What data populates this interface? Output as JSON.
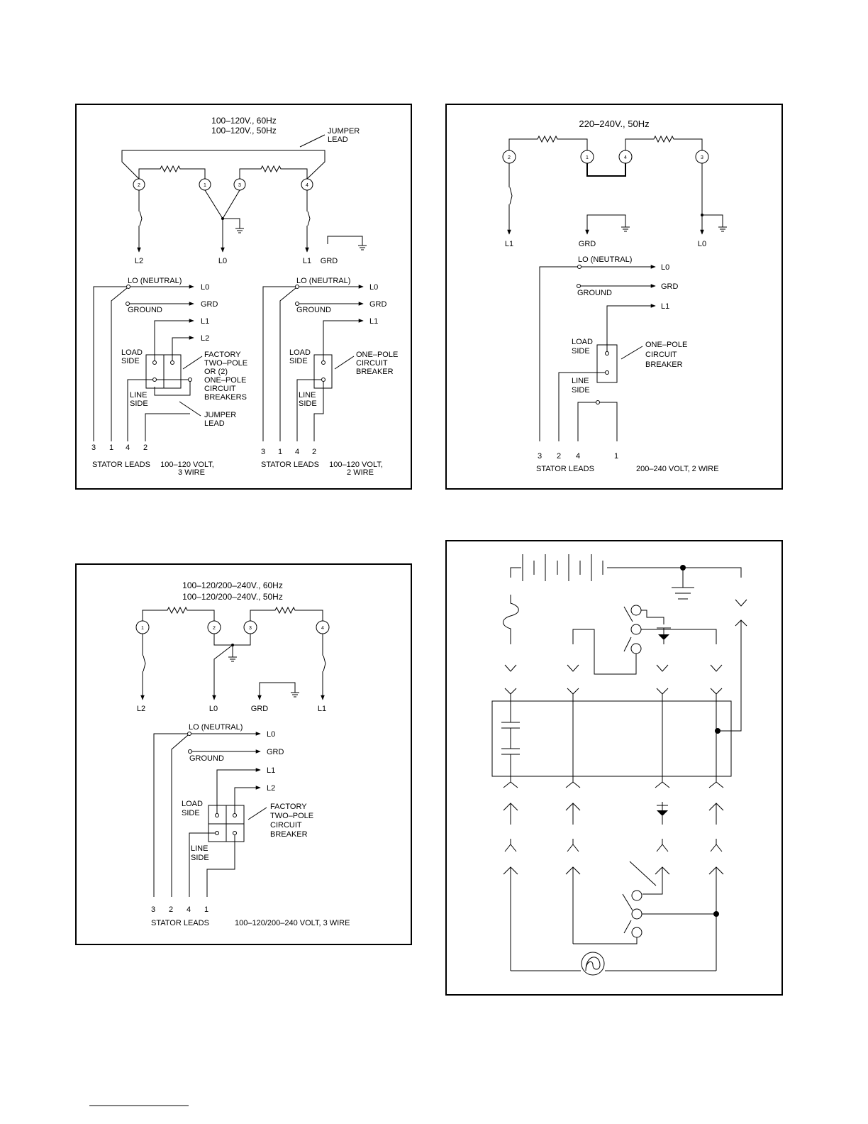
{
  "panel1": {
    "title1": "100–120V., 60Hz",
    "title2": "100–120V., 50Hz",
    "jumper_top": [
      "JUMPER",
      "LEAD"
    ],
    "terms": [
      "2",
      "1",
      "3",
      "4"
    ],
    "lines": [
      "L2",
      "L0",
      "L1",
      "GRD"
    ],
    "left": {
      "lo_neutral": "LO (NEUTRAL)",
      "ground": "GROUND",
      "out": [
        "L0",
        "GRD",
        "L1",
        "L2"
      ],
      "load_side": [
        "LOAD",
        "SIDE"
      ],
      "line_side": [
        "LINE",
        "SIDE"
      ],
      "breaker": [
        "FACTORY",
        "TWO–POLE",
        "OR (2)",
        "ONE–POLE",
        "CIRCUIT",
        "BREAKERS"
      ],
      "jumper": [
        "JUMPER",
        "LEAD"
      ],
      "leads": [
        "3",
        "1",
        "4",
        "2"
      ],
      "stator": "STATOR LEADS",
      "rating": [
        "100–120 VOLT,",
        "3 WIRE"
      ]
    },
    "right": {
      "lo_neutral": "LO (NEUTRAL)",
      "ground": "GROUND",
      "out": [
        "L0",
        "GRD",
        "L1"
      ],
      "load_side": [
        "LOAD",
        "SIDE"
      ],
      "line_side": [
        "LINE",
        "SIDE"
      ],
      "breaker": [
        "ONE–POLE",
        "CIRCUIT",
        "BREAKER"
      ],
      "leads": [
        "3",
        "1",
        "4",
        "2"
      ],
      "stator": "STATOR LEADS",
      "rating": [
        "100–120 VOLT,",
        "2 WIRE"
      ]
    }
  },
  "panel2": {
    "title": "220–240V., 50Hz",
    "terms": [
      "2",
      "1",
      "4",
      "3"
    ],
    "lines": [
      "L1",
      "GRD",
      "L0"
    ],
    "lo_neutral": "LO (NEUTRAL)",
    "ground": "GROUND",
    "out": [
      "L0",
      "GRD",
      "L1"
    ],
    "load_side": [
      "LOAD",
      "SIDE"
    ],
    "line_side": [
      "LINE",
      "SIDE"
    ],
    "breaker": [
      "ONE–POLE",
      "CIRCUIT",
      "BREAKER"
    ],
    "leads": [
      "3",
      "2",
      "4",
      "1"
    ],
    "stator": "STATOR LEADS",
    "rating": "200–240 VOLT, 2 WIRE"
  },
  "panel3": {
    "title1": "100–120/200–240V., 60Hz",
    "title2": "100–120/200–240V., 50Hz",
    "terms": [
      "1",
      "2",
      "3",
      "4"
    ],
    "lines": [
      "L2",
      "L0",
      "GRD",
      "L1"
    ],
    "lo_neutral": "LO (NEUTRAL)",
    "ground": "GROUND",
    "out": [
      "L0",
      "GRD",
      "L1",
      "L2"
    ],
    "load_side": [
      "LOAD",
      "SIDE"
    ],
    "line_side": [
      "LINE",
      "SIDE"
    ],
    "breaker": [
      "FACTORY",
      "TWO–POLE",
      "CIRCUIT",
      "BREAKER"
    ],
    "leads": [
      "3",
      "2",
      "4",
      "1"
    ],
    "stator": "STATOR LEADS",
    "rating": "100–120/200–240 VOLT, 3 WIRE"
  }
}
